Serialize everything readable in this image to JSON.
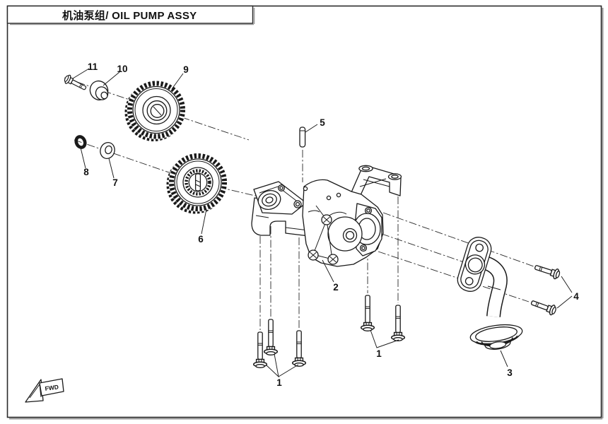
{
  "header": {
    "title": "机油泵组/ OIL PUMP ASSY"
  },
  "fwd": {
    "label": "FWD"
  },
  "callouts": {
    "c1_left": "1",
    "c1_right": "1",
    "c2": "2",
    "c3": "3",
    "c4": "4",
    "c5": "5",
    "c6": "6",
    "c7": "7",
    "c8": "8",
    "c9": "9",
    "c10": "10",
    "c11": "11"
  },
  "colors": {
    "line": "#1a1a1a",
    "border": "#2b2b2b",
    "shadow": "#9a9a9a",
    "background": "#ffffff"
  }
}
